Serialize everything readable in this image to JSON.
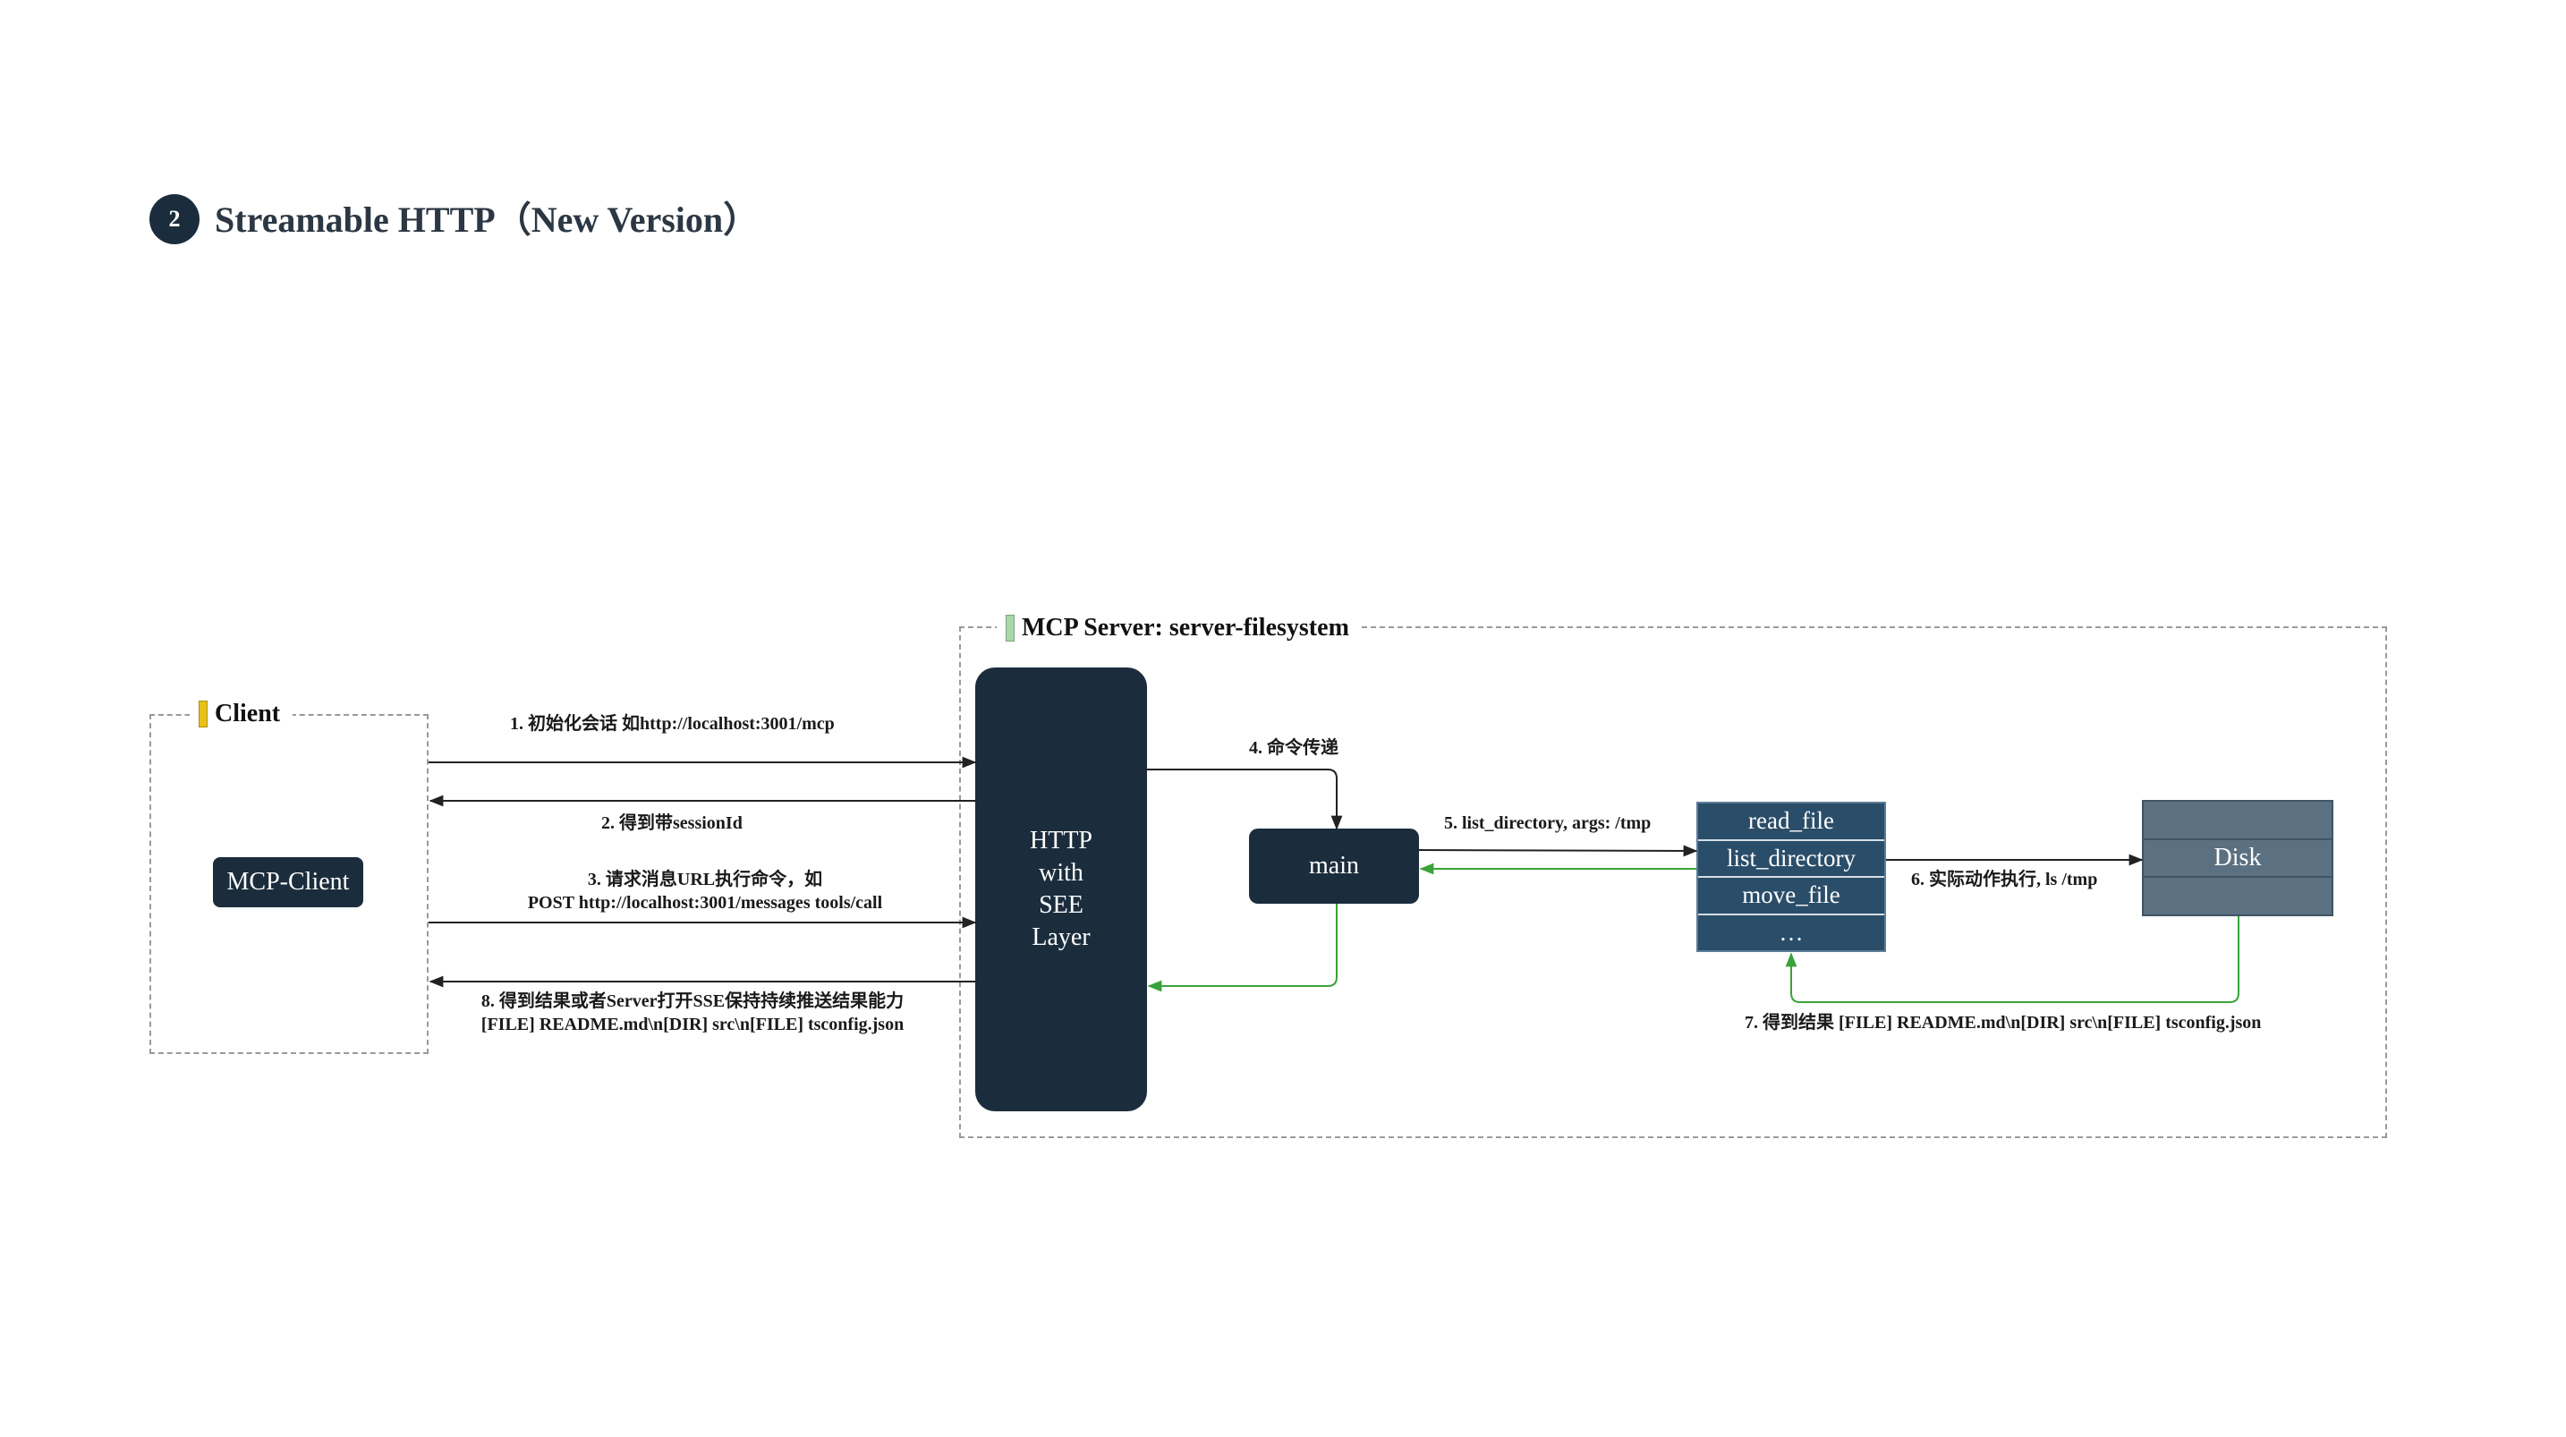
{
  "header": {
    "badge": "2",
    "title": "Streamable HTTP（New Version）"
  },
  "groups": {
    "client": {
      "label": "Client",
      "bar_color": "#e8c21a"
    },
    "server": {
      "label": "MCP Server: server-filesystem",
      "bar_color": "#a8d8a8"
    }
  },
  "nodes": {
    "client": "MCP-Client",
    "http_layer": [
      "HTTP",
      "with",
      "SEE",
      "Layer"
    ],
    "main": "main",
    "tools": [
      "read_file",
      "list_directory",
      "move_file",
      "…"
    ],
    "disk": [
      "",
      "Disk",
      ""
    ]
  },
  "edges": {
    "e1": "1. 初始化会话 如http://localhost:3001/mcp",
    "e2": "2. 得到带sessionId",
    "e3": [
      "3. 请求消息URL执行命令，如",
      "POST http://localhost:3001/messages tools/call"
    ],
    "e4": "4. 命令传递",
    "e5": "5. list_directory, args: /tmp",
    "e6": "6. 实际动作执行, ls /tmp",
    "e7": "7. 得到结果 [FILE] README.md\\n[DIR] src\\n[FILE] tsconfig.json",
    "e8": [
      "8. 得到结果或者Server打开SSE保持持续推送结果能力",
      "[FILE] README.md\\n[DIR] src\\n[FILE] tsconfig.json"
    ]
  },
  "colors": {
    "node_dark": "#1b2d3d",
    "tool_blue": "#2a4d69",
    "disk_gray": "#5b7081",
    "arrow_black": "#222222",
    "arrow_green": "#3aa23a"
  }
}
